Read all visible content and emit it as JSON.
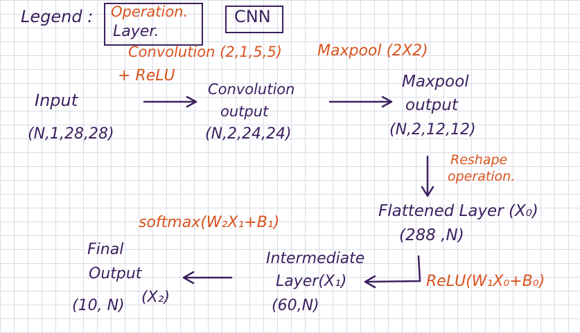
{
  "legend": {
    "title": "Legend :",
    "operation_line1": "Operation.",
    "operation_line2": "Layer.",
    "cnn": "CNN"
  },
  "nodes": {
    "input": {
      "label": "Input",
      "shape": "(N,1,28,28)"
    },
    "conv": {
      "line1": "Convolution",
      "line2": "output",
      "shape": "(N,2,24,24)"
    },
    "maxpool": {
      "line1": "Maxpool",
      "line2": "output",
      "shape": "(N,2,12,12)"
    },
    "flattened": {
      "line1": "Flattened Layer (X₀)",
      "line2": "(288 ,N)"
    },
    "intermediate": {
      "line1": "Intermediate",
      "line2": "Layer(X₁)",
      "line3": "(60,N)"
    },
    "final": {
      "line1": "Final",
      "line2": "Output",
      "shape": "(10, N)",
      "var": "(X₂)"
    }
  },
  "operations": {
    "conv_relu_line1": "Convolution (2,1,5,5)",
    "conv_relu_line2": "+ ReLU",
    "maxpool": "Maxpool (2X2)",
    "reshape_line1": "Reshape",
    "reshape_line2": "operation.",
    "relu": "ReLU(W₁X₀+B₀)",
    "softmax": "softmax(W₂X₁+B₁)"
  },
  "colors": {
    "layer": "#3a1f5e",
    "operation": "#d9531e",
    "grid": "#d9dbe6"
  }
}
